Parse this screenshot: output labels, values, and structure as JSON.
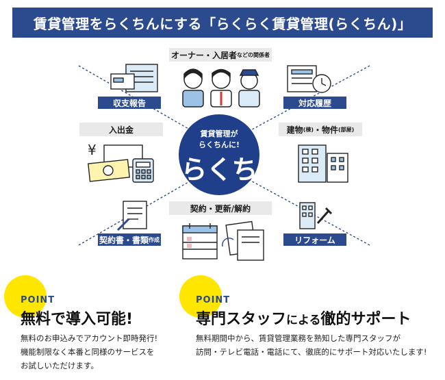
{
  "title": "賃貸管理をらくちんにする「らくらく賃貸管理(らくちん)」",
  "center": {
    "line1": "賃貸管理が",
    "line2": "らくちんに!",
    "logo": "らくちん"
  },
  "labels": {
    "owners_main": "オーナー・入居者",
    "owners_sub": "などの関係者",
    "income_report": "収支報告",
    "history": "対応履歴",
    "deposits": "入出金",
    "building_main": "建物",
    "building_sub1": "(棟)",
    "building_mid": "・物件",
    "building_sub2": "(部屋)",
    "contracts": "契約・更新/解約",
    "documents_main": "契約書・書類",
    "documents_sub": "作成",
    "reform": "リフォーム"
  },
  "points": [
    {
      "label": "POINT",
      "head_a": "無料",
      "head_b": "で導入可能!",
      "desc": [
        "無料のお申込みでアカウント即時発行!",
        "機能制限なく本番と同様のサービスを",
        "お試しいただけます。"
      ]
    },
    {
      "label": "POINT",
      "head_a": "専門スタッフ",
      "head_b": "による",
      "head_c": "徹的サポート",
      "desc": [
        "無料期間中から、賃貸管理業務を熟知した専門スタッフが",
        "訪問・テレビ電話・電話にて、徹底的にサポート対応いたします!"
      ]
    }
  ],
  "colors": {
    "navy": "#2c4a8e",
    "yellow": "#ffe600",
    "gray": "#e9e9e9"
  }
}
